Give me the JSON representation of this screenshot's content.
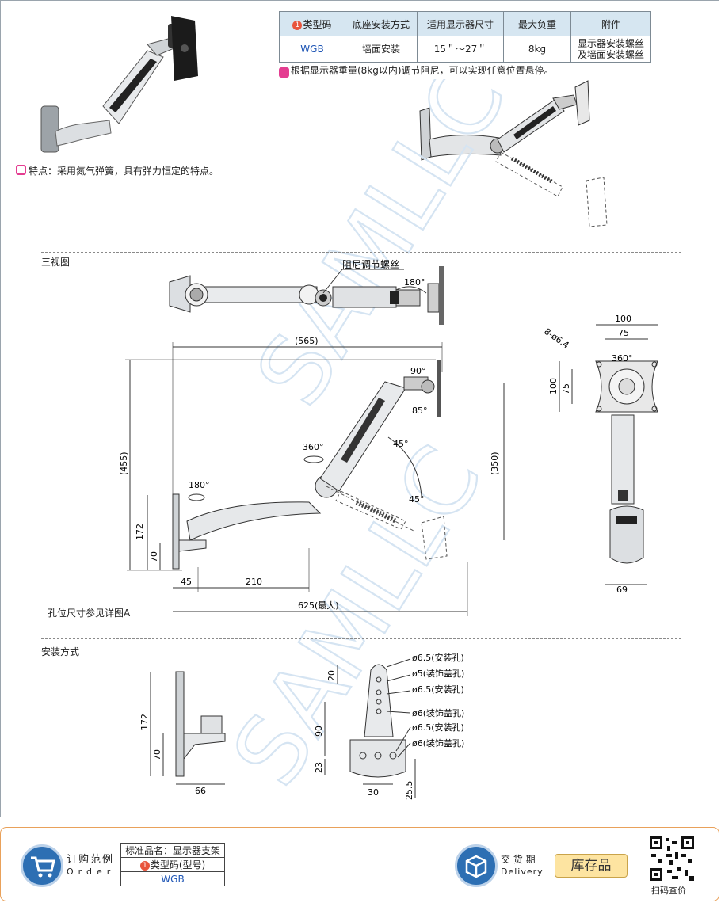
{
  "spec_table": {
    "headers": [
      "类型码",
      "底座安装方式",
      "适用显示器尺寸",
      "最大负重",
      "附件"
    ],
    "header_badge": "1",
    "row": {
      "type_code": "WGB",
      "mount": "墙面安装",
      "size": "15＂～27＂",
      "load": "8kg",
      "accessory_line1": "显示器安装螺丝",
      "accessory_line2": "及墙面安装螺丝"
    }
  },
  "notes": {
    "resistance": "根据显示器重量(8kg以内)调节阻尼，可以实现任意位置悬停。",
    "feature": "特点：采用氮气弹簧，具有弹力恒定的特点。"
  },
  "watermark": "SAMLLC",
  "sections": {
    "three_view": "三视图",
    "install": "安装方式"
  },
  "drawing": {
    "damping_screw": "阻尼调节螺丝",
    "rot_top": "180°",
    "dim_565": "(565)",
    "dim_455": "(455)",
    "dim_350": "(350)",
    "dim_172": "172",
    "dim_70": "70",
    "dim_45": "45",
    "dim_210": "210",
    "dim_625": "625(最大)",
    "ang_90": "90°",
    "ang_85": "85°",
    "ang_45a": "45°",
    "ang_45b": "45°",
    "rot_360": "360°",
    "rot_180": "180°",
    "hole_ref": "孔位尺寸参见详图A",
    "plate_holes": "8-ø6.4",
    "dim_100_top": "100",
    "dim_75_top": "75",
    "dim_100_side": "100",
    "dim_75_side": "75",
    "plate_rot": "360°",
    "dim_69": "69"
  },
  "install_drawing": {
    "dim_172": "172",
    "dim_70": "70",
    "dim_66": "66",
    "dim_20": "20",
    "dim_90": "90",
    "dim_23": "23",
    "dim_30": "30",
    "dim_25_5": "25.5",
    "callouts": [
      "ø6.5(安装孔)",
      "ø5(装饰盖孔)",
      "ø6.5(安装孔)",
      "ø6(装饰盖孔)",
      "ø6.5(安装孔)",
      "ø6(装饰盖孔)"
    ]
  },
  "order": {
    "label_cn": "订购范例",
    "label_en": "Order",
    "row1": "标准品名：显示器支架",
    "row2_badge": "1",
    "row2": "类型码(型号)",
    "row3": "WGB",
    "delivery_cn": "交 货 期",
    "delivery_en": "Delivery",
    "stock": "库存品",
    "qr_label": "扫码查价"
  },
  "colors": {
    "accent_blue": "#2d6fb3",
    "badge_red": "#e8553d",
    "pink": "#e43d91",
    "table_header": "#d6e6f1",
    "order_border": "#e9a15a",
    "stock_bg": "#fde4a1"
  }
}
